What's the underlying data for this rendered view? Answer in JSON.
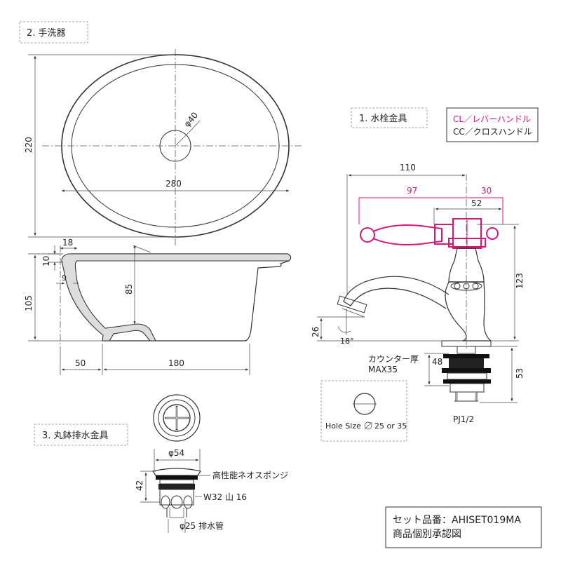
{
  "sections": {
    "basin_title": "2. 手洗器",
    "faucet_title": "1. 水栓金具",
    "drain_title": "3. 丸鉢排水金具"
  },
  "handle_options": {
    "lever": "CL／レバーハンドル",
    "cross": "CC／クロスハンドル"
  },
  "basin": {
    "height_top": "220",
    "diameter_hole": "φ40",
    "width_inner": "280",
    "rim_width": "18",
    "rim_thickness": "10",
    "wall": "9",
    "depth_inner": "85",
    "height_side": "105",
    "half_width": "50",
    "base_width": "180"
  },
  "faucet": {
    "total_length": "110",
    "handle_length": "97",
    "handle_offset": "30",
    "body_to_handle": "52",
    "height": "123",
    "spout_height": "26",
    "angle": "18°",
    "counter_label": "カウンター厚",
    "counter_max": "MAX35",
    "thread_len": "48",
    "below_counter": "53",
    "thread": "PJ1/2",
    "hole_size_label": "Hole Size",
    "hole_size_value": "25 or 35"
  },
  "drain": {
    "diameter_top": "φ54",
    "height": "42",
    "sponge": "高性能ネオスポンジ",
    "thread": "W32 山 16",
    "pipe": "φ25 排水管"
  },
  "set_number": {
    "line1": "セット品番：AHISET019MA",
    "line2": "商品個別承認図"
  }
}
